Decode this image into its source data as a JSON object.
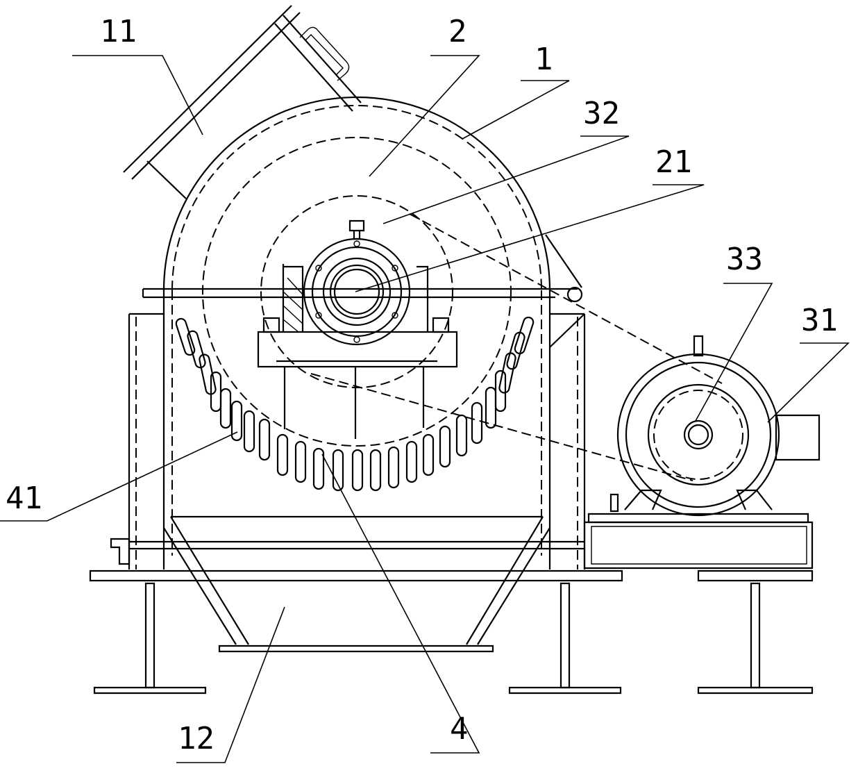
{
  "labels": {
    "l11": "11",
    "l2": "2",
    "l1": "1",
    "l32": "32",
    "l21": "21",
    "l33": "33",
    "l31": "31",
    "l41": "41",
    "l4": "4",
    "l12": "12"
  }
}
